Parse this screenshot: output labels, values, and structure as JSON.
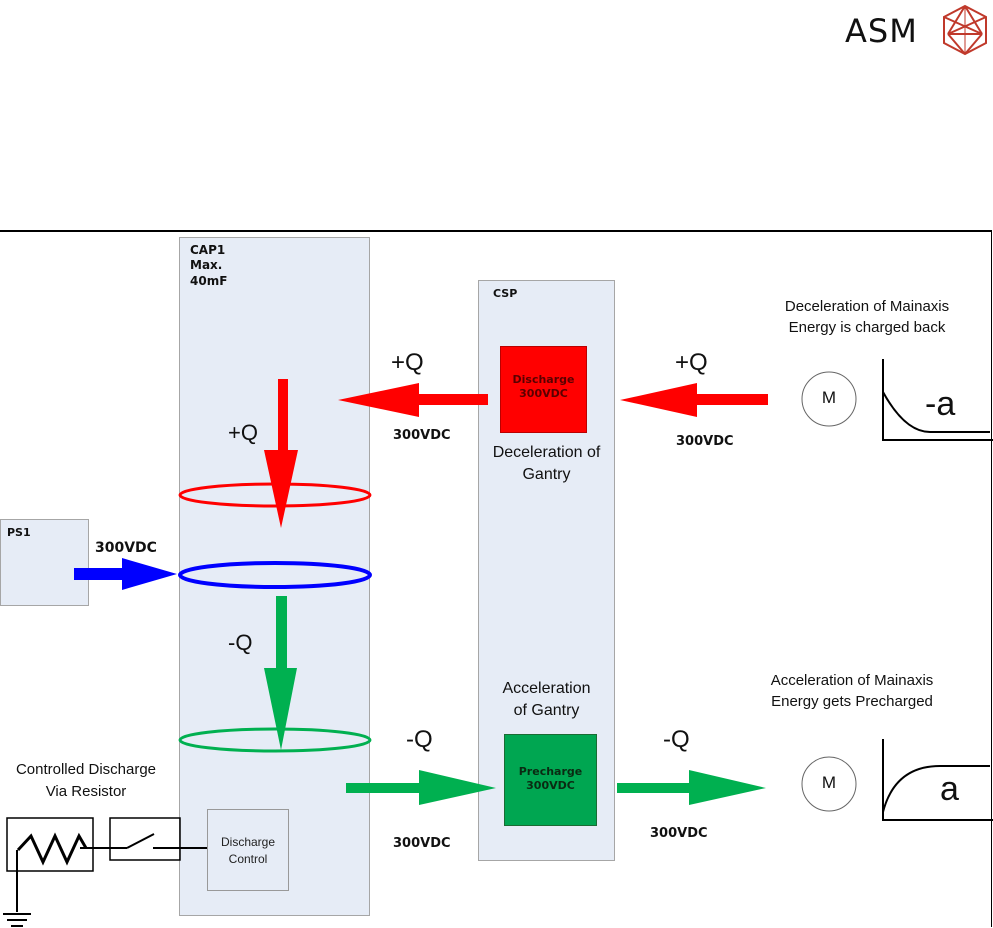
{
  "logo": {
    "text": "ASM",
    "icon": "asm-polyhedron-icon",
    "color": "#c0392b"
  },
  "colors": {
    "red": "#ff0000",
    "blue": "#0000ff",
    "green": "#00b050",
    "dark_green": "#00a651",
    "panel": "#e6ecf6"
  },
  "cap": {
    "title": "CAP1",
    "line2": "Max.",
    "line3": "40mF"
  },
  "csp": {
    "title": "CSP"
  },
  "ps": {
    "title": "PS1",
    "voltage": "300VDC"
  },
  "discharge_block": {
    "line1": "Discharge",
    "line2": "300VDC",
    "caption1": "Deceleration of",
    "caption2": "Gantry"
  },
  "precharge_block": {
    "line1": "Precharge",
    "line2": "300VDC",
    "caption1": "Acceleration",
    "caption2": "of Gantry"
  },
  "flows": {
    "cap_in_q": "+Q",
    "cap_out_q": "-Q",
    "top_left_q": "+Q",
    "top_left_v": "300VDC",
    "top_right_q": "+Q",
    "top_right_v": "300VDC",
    "bottom_left_q": "-Q",
    "bottom_left_v": "300VDC",
    "bottom_right_q": "-Q",
    "bottom_right_v": "300VDC"
  },
  "motor_top": {
    "label": "M",
    "curve_label": "-a",
    "title1": "Deceleration of Mainaxis",
    "title2": "Energy is charged back"
  },
  "motor_bottom": {
    "label": "M",
    "curve_label": "a",
    "title1": "Acceleration of Mainaxis",
    "title2": "Energy gets Precharged"
  },
  "discharge": {
    "title1": "Controlled Discharge",
    "title2": "Via Resistor",
    "control1": "Discharge",
    "control2": "Control"
  }
}
